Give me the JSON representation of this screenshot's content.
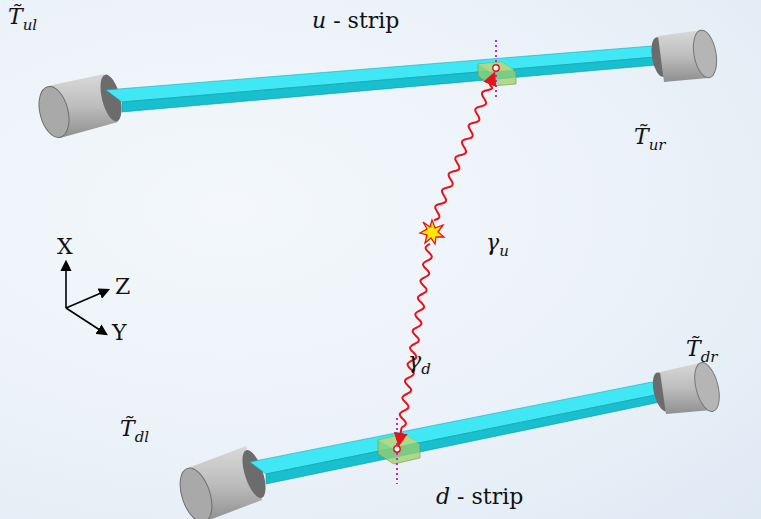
{
  "diagram": {
    "labels": [
      "T̃ul",
      "u - strip",
      "T̃ur",
      "γu",
      "X",
      "Z",
      "Y",
      "γd",
      "T̃dl",
      "T̃dr",
      "d - strip"
    ]
  }
}
